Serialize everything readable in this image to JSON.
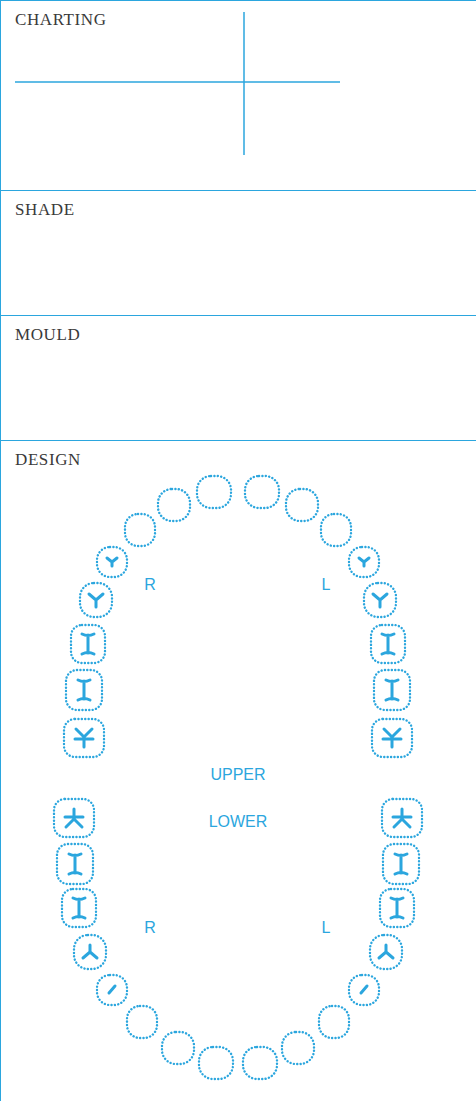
{
  "diagram": {
    "nodes": [
      {
        "text": [
          "CHARTING"
        ]
      },
      {
        "text": [
          "SHADE"
        ]
      },
      {
        "text": [
          "MOULD"
        ]
      },
      {
        "text": [
          "DESIGN"
        ]
      }
    ],
    "labels": [
      "R",
      "L",
      "UPPER",
      "LOWER",
      "R",
      "L"
    ]
  }
}
